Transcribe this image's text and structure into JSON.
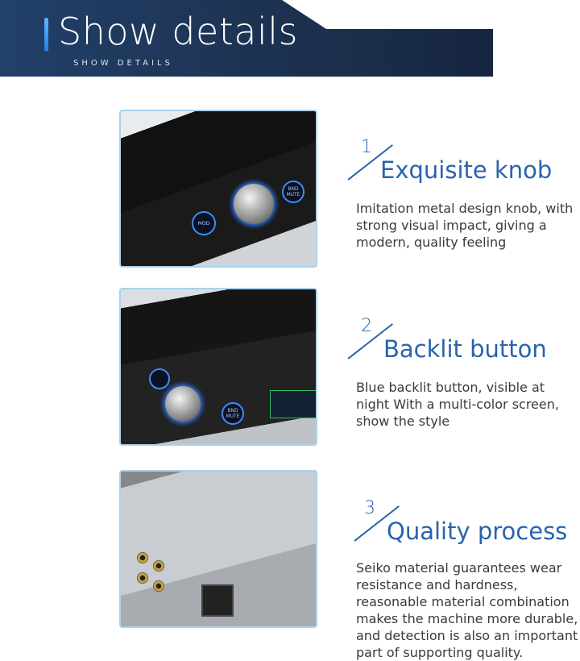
{
  "banner": {
    "title": "Show details",
    "subtitle": "SHOW DETAILS"
  },
  "features": [
    {
      "number": "1",
      "heading": "Exquisite knob",
      "description": "Imitation metal design knob, with strong visual impact, giving a modern, quality feeling",
      "photo_labels": {
        "mod": "MOD",
        "bnd": "BND MUTE"
      }
    },
    {
      "number": "2",
      "heading": "Backlit button",
      "description": "Blue backlit button, visible at night With a multi-color screen, show the style",
      "photo_labels": {
        "bnd": "BND MUTE"
      }
    },
    {
      "number": "3",
      "heading": "Quality process",
      "description": "Seiko material guarantees wear resistance and hardness, reasonable material combination makes the machine more durable, and detection is also an important part of supporting quality."
    }
  ],
  "colors": {
    "banner": "#1f3a60",
    "accent": "#2a63ad",
    "photo_border": "#a9d2ec"
  }
}
